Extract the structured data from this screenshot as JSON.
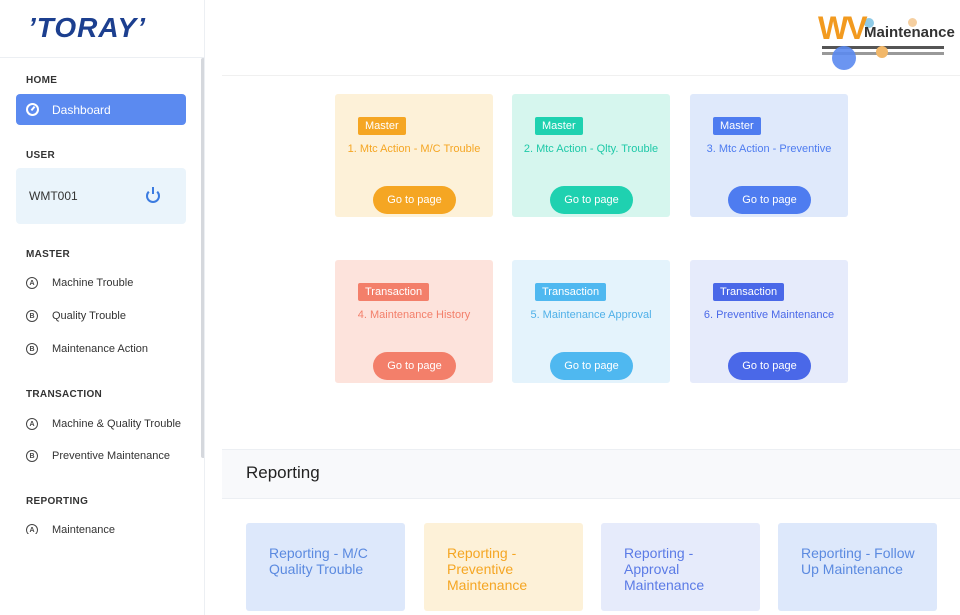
{
  "sidebar": {
    "logo": "’TORAY’",
    "home_label": "HOME",
    "dashboard_label": "Dashboard",
    "user_label": "USER",
    "user_name": "WMT001",
    "master_label": "MASTER",
    "master_items": [
      {
        "badge": "A",
        "label": "Machine Trouble"
      },
      {
        "badge": "B",
        "label": "Quality Trouble"
      },
      {
        "badge": "B",
        "label": "Maintenance Action"
      }
    ],
    "transaction_label": "TRANSACTION",
    "transaction_items": [
      {
        "badge": "A",
        "label": "Machine & Quality Trouble"
      },
      {
        "badge": "B",
        "label": "Preventive Maintenance"
      }
    ],
    "reporting_label": "REPORTING",
    "reporting_items": [
      {
        "badge": "A",
        "label": "Maintenance"
      }
    ]
  },
  "header": {
    "brand_letters": "WV",
    "brand_word": "Maintenance"
  },
  "cards": [
    {
      "badge": "Master",
      "title": "1. Mtc Action - M/C Trouble",
      "button": "Go to page"
    },
    {
      "badge": "Master",
      "title": "2. Mtc Action - Qlty. Trouble",
      "button": "Go to page"
    },
    {
      "badge": "Master",
      "title": "3. Mtc Action - Preventive",
      "button": "Go to page"
    },
    {
      "badge": "Transaction",
      "title": "4. Maintenance History",
      "button": "Go to page"
    },
    {
      "badge": "Transaction",
      "title": "5. Maintenance Approval",
      "button": "Go to page"
    },
    {
      "badge": "Transaction",
      "title": "6. Preventive Maintenance",
      "button": "Go to page"
    }
  ],
  "reporting": {
    "title": "Reporting",
    "cards": [
      {
        "label": "Reporting - M/C Quality Trouble"
      },
      {
        "label": "Reporting - Preventive Maintenance"
      },
      {
        "label": "Reporting - Approval Maintenance"
      },
      {
        "label": "Reporting - Follow Up Maintenance"
      }
    ]
  },
  "colors": {
    "accent": "#5b8af0",
    "logo_blue": "#1c3f8f",
    "orange": "#f5a623",
    "teal": "#1fd1b0",
    "blue": "#4e7cf0",
    "salmon": "#f37f6a",
    "sky": "#4fb8f0",
    "indigo": "#4a68e8"
  }
}
